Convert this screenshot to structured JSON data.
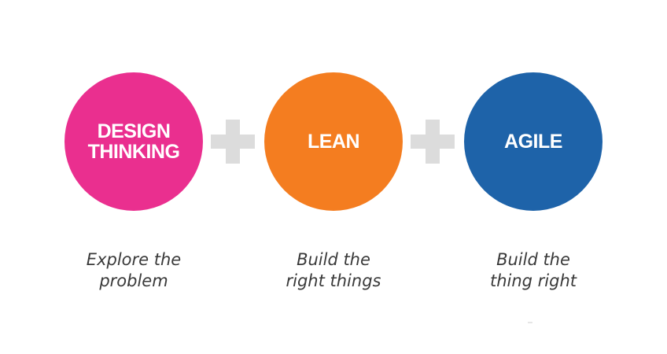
{
  "diagram": {
    "nodes": [
      {
        "id": "design",
        "label": "DESIGN\nTHINKING",
        "caption": "Explore the\nproblem",
        "color": "#ea2f8f"
      },
      {
        "id": "lean",
        "label": "LEAN",
        "caption": "Build the\nright things",
        "color": "#f47d20"
      },
      {
        "id": "agile",
        "label": "AGILE",
        "caption": "Build the\nthing right",
        "color": "#1e63a9"
      }
    ],
    "connectors": [
      {
        "from": "design",
        "to": "lean",
        "symbol": "plus",
        "color": "#dcdcdc"
      },
      {
        "from": "lean",
        "to": "agile",
        "symbol": "plus",
        "color": "#dcdcdc"
      }
    ]
  }
}
